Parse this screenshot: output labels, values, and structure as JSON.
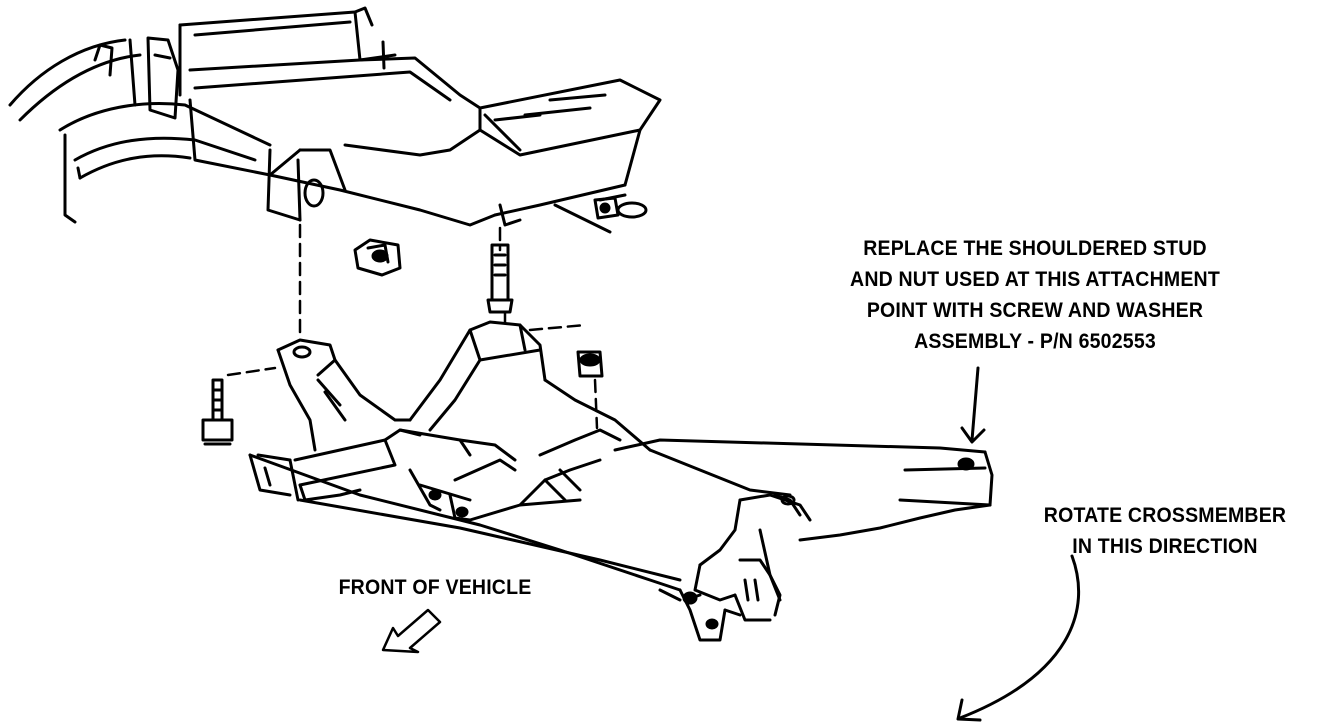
{
  "callouts": {
    "replace_note": [
      "REPLACE THE SHOULDERED STUD",
      "AND NUT USED AT THIS ATTACHMENT",
      "POINT WITH SCREW AND WASHER",
      "ASSEMBLY - P/N 6502553"
    ],
    "rotate_note": [
      "ROTATE CROSSMEMBER",
      "IN THIS DIRECTION"
    ],
    "front_label": "FRONT OF VEHICLE"
  }
}
